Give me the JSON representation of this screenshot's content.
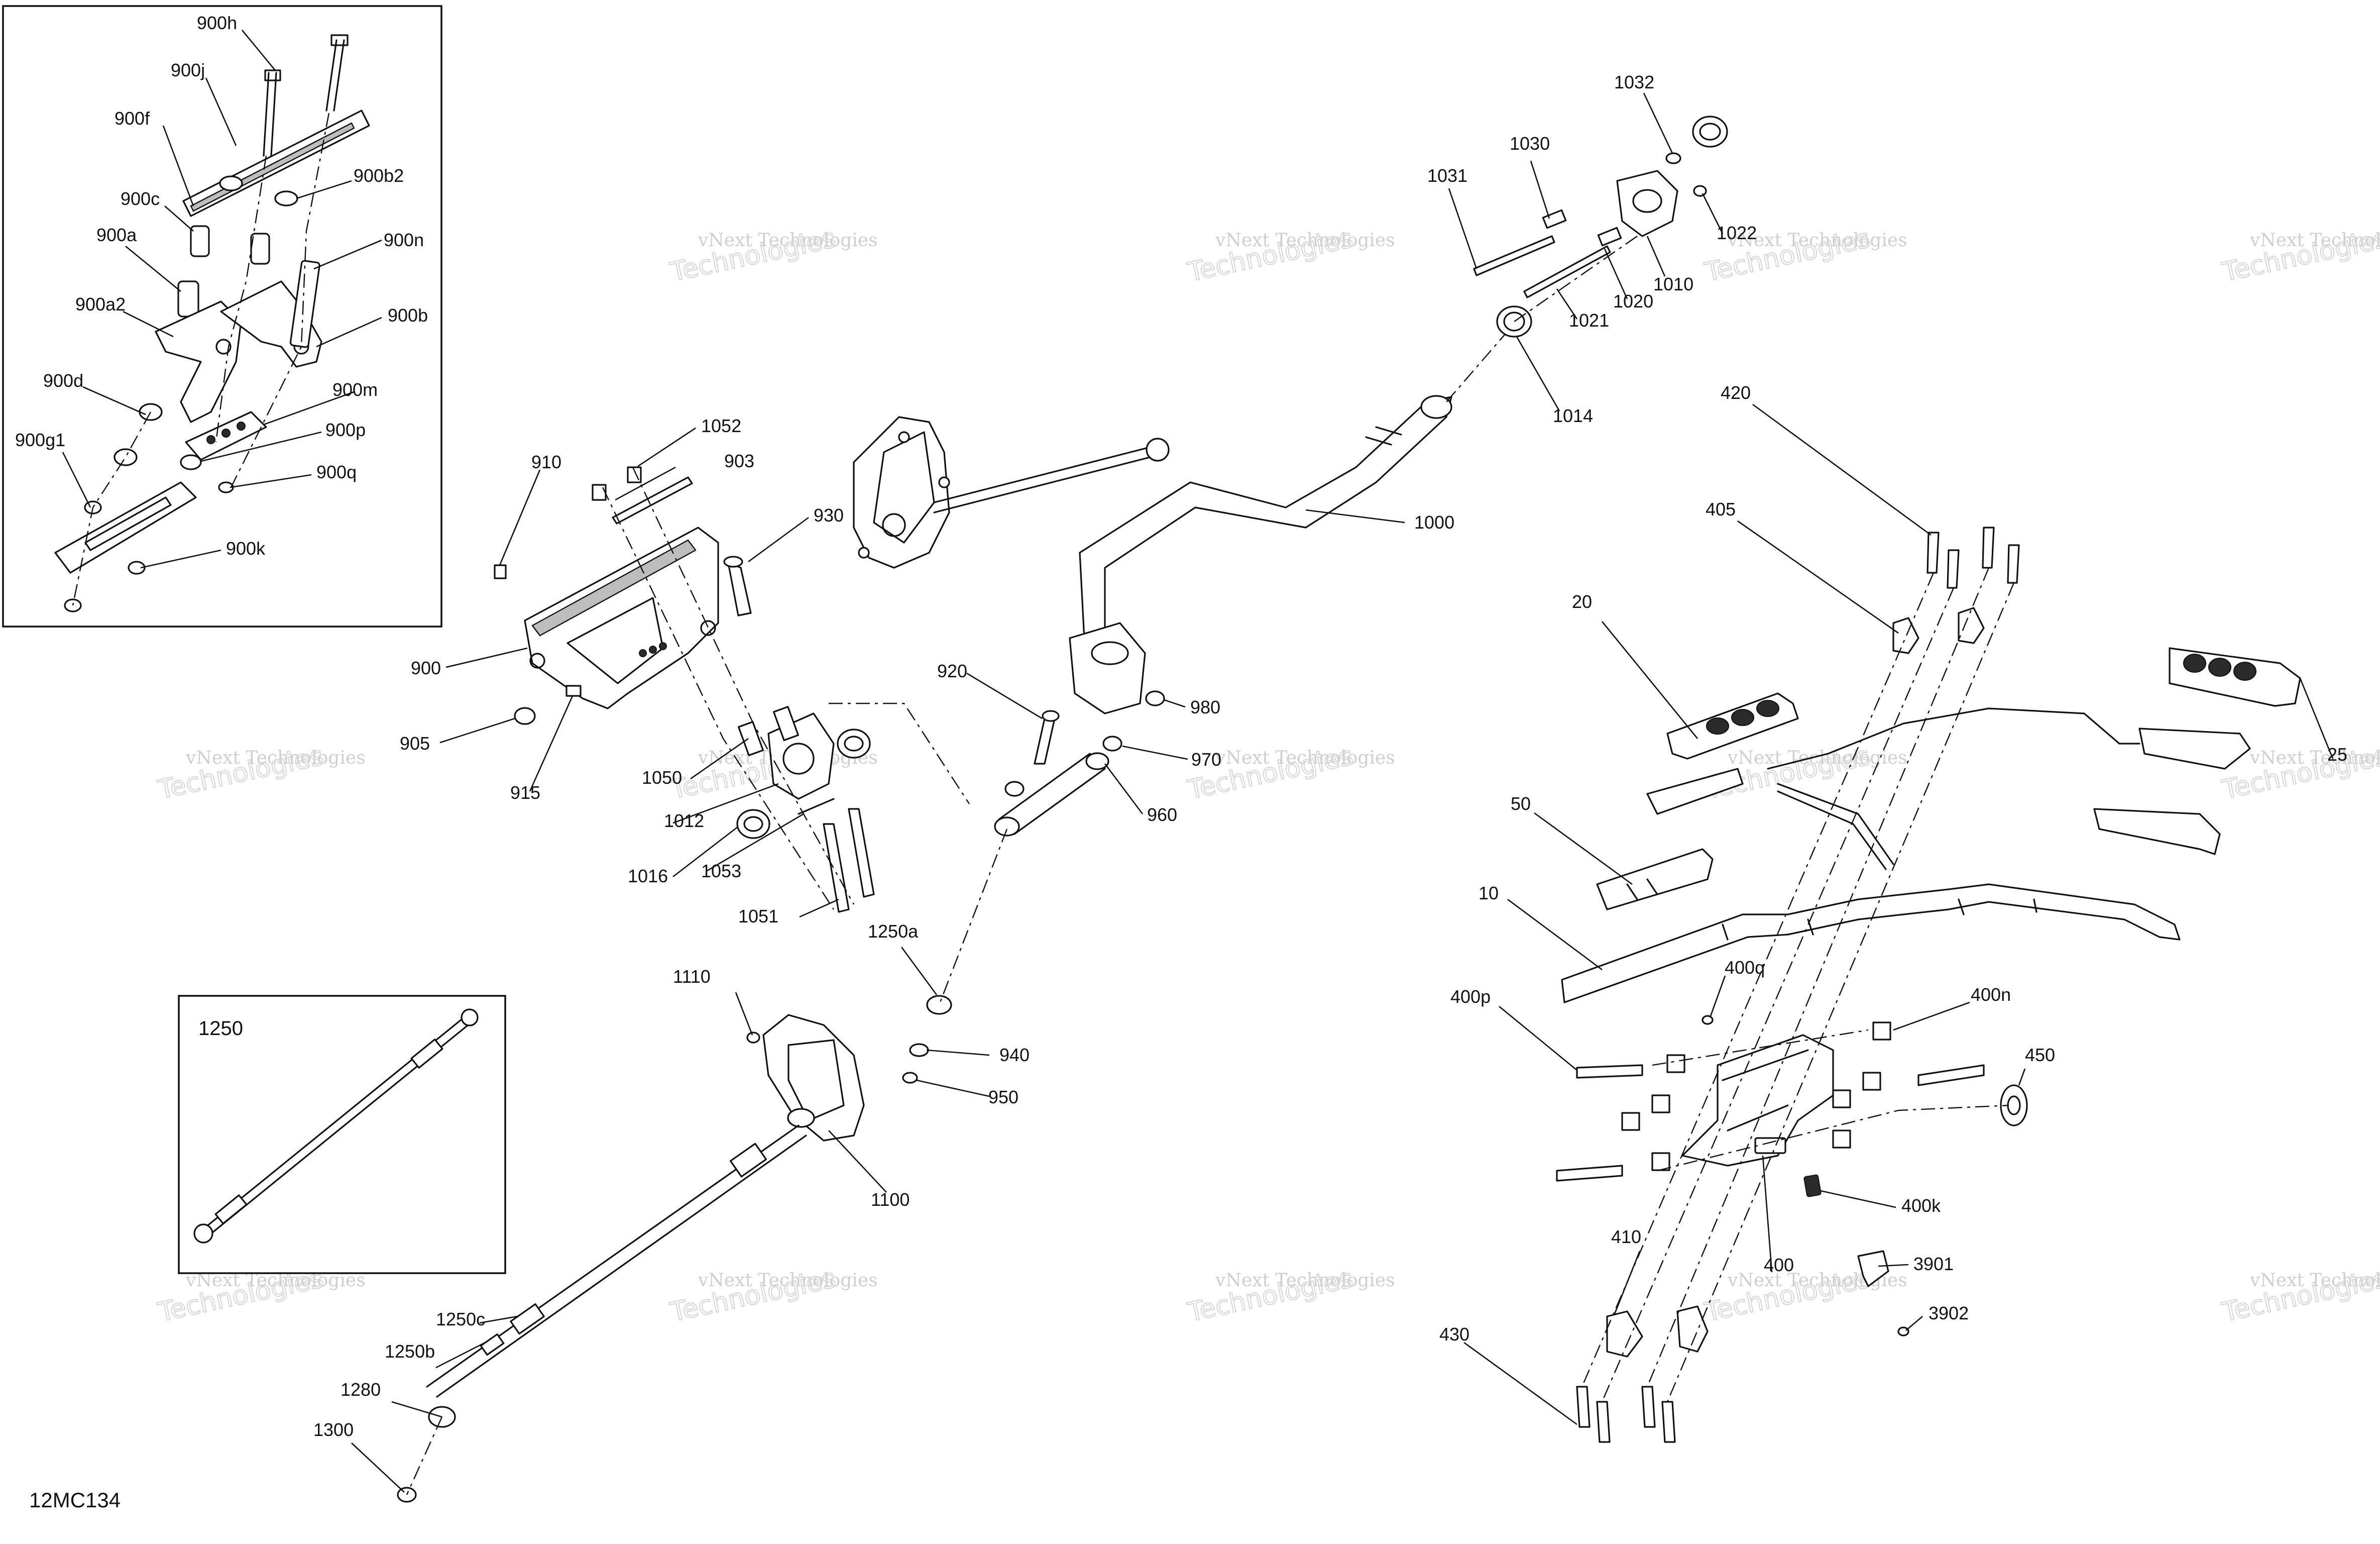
{
  "diagram": {
    "code": "12MC134",
    "watermark": {
      "line1": "vNext Technologies",
      "line2": "vNext",
      "line3": "Technologies"
    },
    "inset_1250_title": "1250",
    "callouts": {
      "c900h": "900h",
      "c900j": "900j",
      "c900f": "900f",
      "c900c": "900c",
      "c900b2": "900b2",
      "c900a": "900a",
      "c900n": "900n",
      "c900a2": "900a2",
      "c900b": "900b",
      "c900d": "900d",
      "c900m": "900m",
      "c900g1": "900g1",
      "c900p": "900p",
      "c900q": "900q",
      "c900k": "900k",
      "c910": "910",
      "c1052": "1052",
      "c903": "903",
      "c930": "930",
      "c900": "900",
      "c905": "905",
      "c915": "915",
      "c1050": "1050",
      "c1012": "1012",
      "c1016": "1016",
      "c1053": "1053",
      "c1051": "1051",
      "c920": "920",
      "c980": "980",
      "c970": "970",
      "c960": "960",
      "c1000": "1000",
      "c1031": "1031",
      "c1030": "1030",
      "c1032": "1032",
      "c1022": "1022",
      "c1010": "1010",
      "c1020": "1020",
      "c1021": "1021",
      "c1014": "1014",
      "c1250a": "1250a",
      "c1110": "1110",
      "c940": "940",
      "c950": "950",
      "c1100": "1100",
      "c1250c": "1250c",
      "c1250b": "1250b",
      "c1280": "1280",
      "c1300": "1300",
      "c420": "420",
      "c405": "405",
      "c20": "20",
      "c25": "25",
      "c50": "50",
      "c10": "10",
      "c400q": "400q",
      "c400p": "400p",
      "c400n": "400n",
      "c450": "450",
      "c400k": "400k",
      "c400": "400",
      "c410": "410",
      "c3901": "3901",
      "c3902": "3902",
      "c430": "430"
    }
  }
}
